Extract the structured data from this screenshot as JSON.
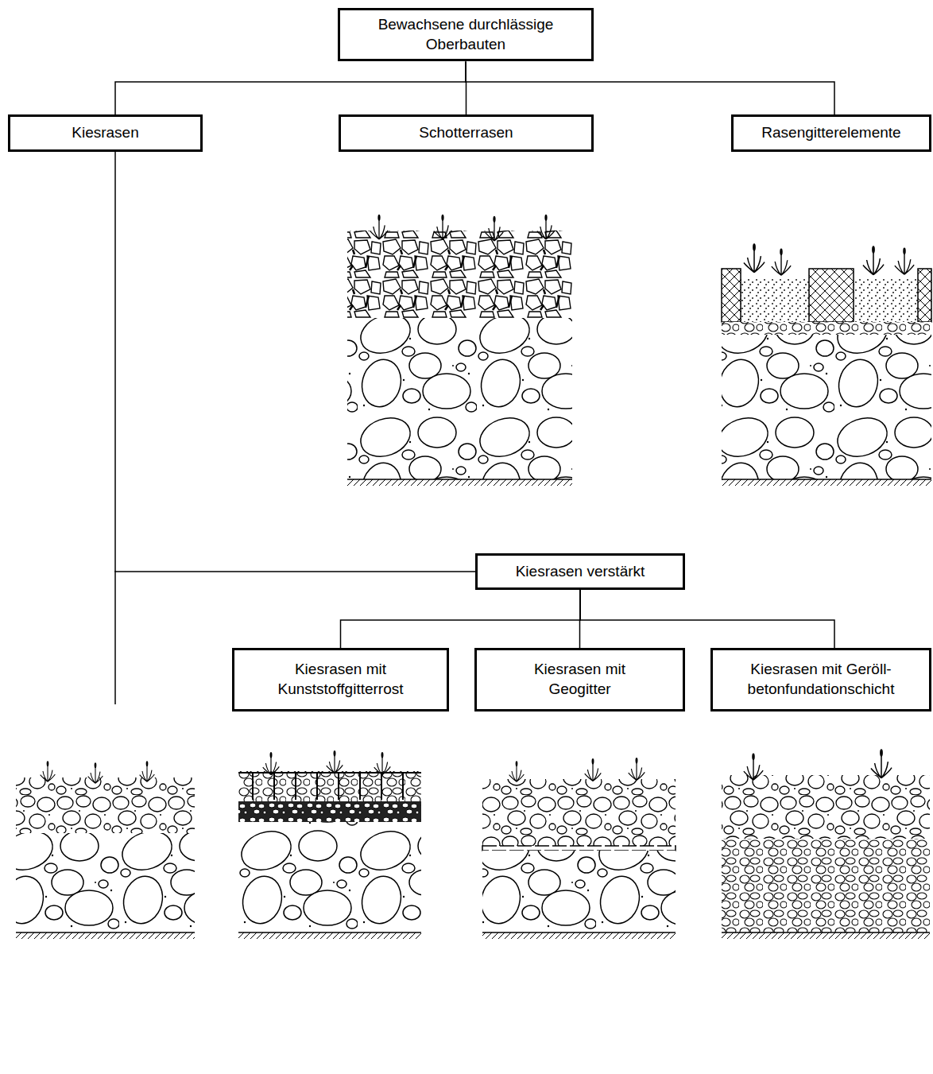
{
  "diagram": {
    "nodes": [
      {
        "text": [
          "Bewachsene durchlässige Oberbauten"
        ]
      },
      {
        "text": [
          "Kiesrasen"
        ]
      },
      {
        "text": [
          "Schotterrasen"
        ]
      },
      {
        "text": [
          "Rasengitterelemente"
        ]
      },
      {
        "text": [
          "Kiesrasen verstärkt"
        ]
      },
      {
        "text": [
          "Kiesrasen mit Kunststoffgitterrost"
        ]
      },
      {
        "text": [
          "Kiesrasen mit Geogitter"
        ]
      },
      {
        "text": [
          "Kiesrasen mit Geröll- betonfundationschicht"
        ]
      }
    ],
    "edges": [
      {
        "from": 0,
        "to": 1,
        "arrow": "none"
      },
      {
        "from": 0,
        "to": 2,
        "arrow": "none"
      },
      {
        "from": 0,
        "to": 3,
        "arrow": "none"
      },
      {
        "from": 1,
        "to": 4,
        "arrow": "none"
      },
      {
        "from": 4,
        "to": 5,
        "arrow": "none"
      },
      {
        "from": 4,
        "to": 6,
        "arrow": "none"
      },
      {
        "from": 4,
        "to": 7,
        "arrow": "none"
      }
    ]
  }
}
